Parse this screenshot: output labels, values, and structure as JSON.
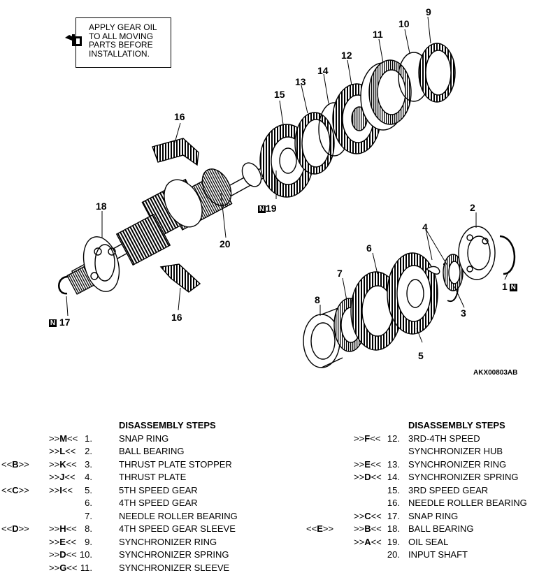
{
  "note": {
    "lines": [
      "APPLY GEAR OIL",
      "TO ALL MOVING",
      "PARTS BEFORE",
      "INSTALLATION."
    ],
    "icon": "oil-can-icon"
  },
  "figure_code": "AKX00803AB",
  "new_part_mark": "N",
  "callouts": [
    "1",
    "2",
    "3",
    "4",
    "5",
    "6",
    "7",
    "8",
    "9",
    "10",
    "11",
    "12",
    "13",
    "14",
    "15",
    "16",
    "16",
    "17",
    "18",
    "19",
    "20"
  ],
  "left_steps": {
    "header": "DISASSEMBLY STEPS",
    "rows": [
      {
        "a": "",
        "b": ">>M<<",
        "num": "1.",
        "text": "SNAP RING"
      },
      {
        "a": "",
        "b": ">>L<<",
        "num": "2.",
        "text": "BALL BEARING"
      },
      {
        "a": "<<B>>",
        "b": ">>K<<",
        "num": "3.",
        "text": "THRUST PLATE STOPPER"
      },
      {
        "a": "",
        "b": ">>J<<",
        "num": "4.",
        "text": "THRUST PLATE"
      },
      {
        "a": "<<C>>",
        "b": ">>I<<",
        "num": "5.",
        "text": "5TH SPEED GEAR"
      },
      {
        "a": "",
        "b": "",
        "num": "6.",
        "text": "4TH SPEED GEAR"
      },
      {
        "a": "",
        "b": "",
        "num": "7.",
        "text": "NEEDLE ROLLER BEARING"
      },
      {
        "a": "<<D>>",
        "b": ">>H<<",
        "num": "8.",
        "text": "4TH SPEED GEAR SLEEVE"
      },
      {
        "a": "",
        "b": ">>E<<",
        "num": "9.",
        "text": "SYNCHRONIZER RING"
      },
      {
        "a": "",
        "b": ">>D<<",
        "num": "10.",
        "text": "SYNCHRONIZER SPRING"
      },
      {
        "a": "",
        "b": ">>G<<",
        "num": "11.",
        "text": "SYNCHRONIZER SLEEVE"
      }
    ]
  },
  "right_steps": {
    "header": "DISASSEMBLY STEPS",
    "rows": [
      {
        "a": "",
        "b": ">>F<<",
        "num": "12.",
        "text": "3RD-4TH SPEED"
      },
      {
        "a": "",
        "b": "",
        "num": "",
        "text": "SYNCHRONIZER HUB"
      },
      {
        "a": "",
        "b": ">>E<<",
        "num": "13.",
        "text": "SYNCHRONIZER RING"
      },
      {
        "a": "",
        "b": ">>D<<",
        "num": "14.",
        "text": "SYNCHRONIZER SPRING"
      },
      {
        "a": "",
        "b": "",
        "num": "15.",
        "text": "3RD SPEED GEAR"
      },
      {
        "a": "",
        "b": "",
        "num": "16.",
        "text": "NEEDLE ROLLER BEARING"
      },
      {
        "a": "",
        "b": ">>C<<",
        "num": "17.",
        "text": "SNAP RING"
      },
      {
        "a": "<<E>>",
        "b": ">>B<<",
        "num": "18.",
        "text": "BALL BEARING"
      },
      {
        "a": "",
        "b": ">>A<<",
        "num": "19.",
        "text": "OIL SEAL"
      },
      {
        "a": "",
        "b": "",
        "num": "20.",
        "text": "INPUT SHAFT"
      }
    ]
  }
}
